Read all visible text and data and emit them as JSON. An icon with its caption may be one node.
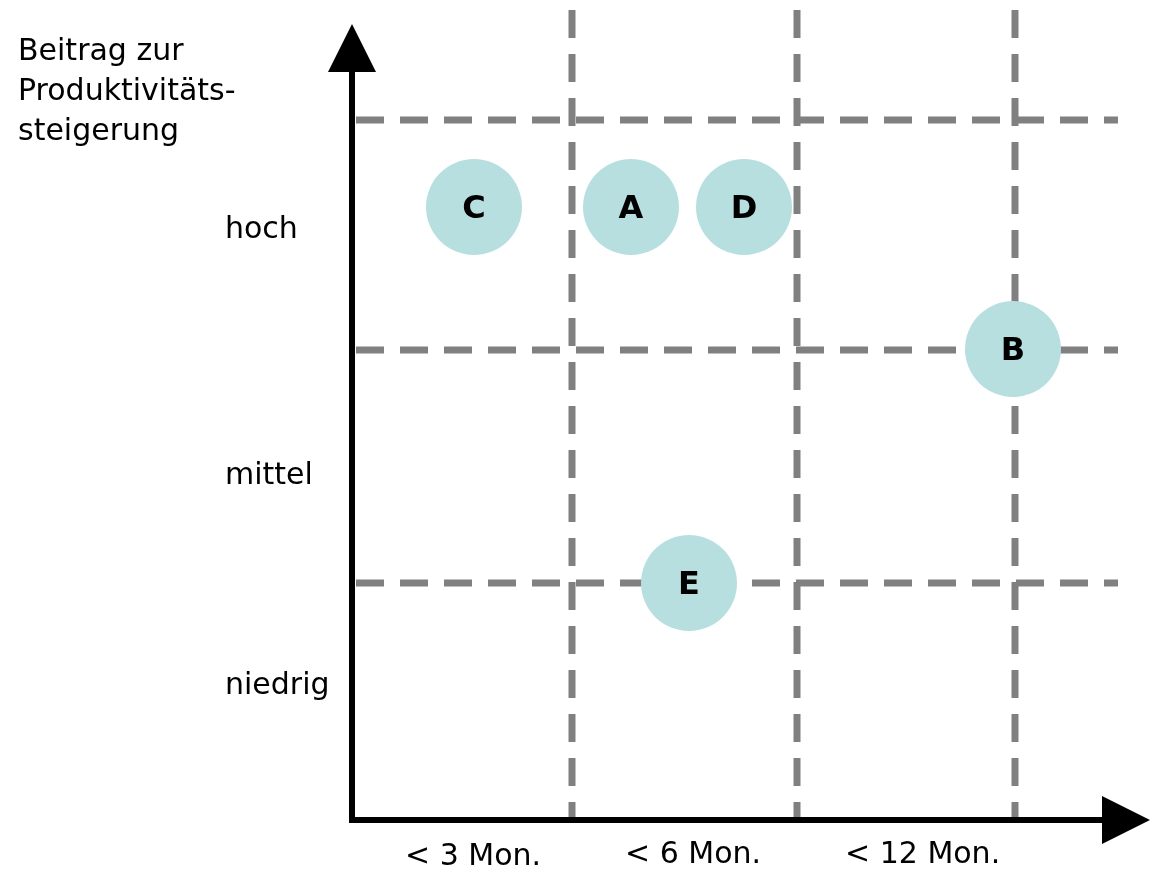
{
  "diagram": {
    "nodes": [
      {
        "text": [
          "C"
        ]
      },
      {
        "text": [
          "A"
        ]
      },
      {
        "text": [
          "D"
        ]
      },
      {
        "text": [
          "B"
        ]
      },
      {
        "text": [
          "E"
        ]
      }
    ],
    "edges": [],
    "labels": [
      "Beitrag zur Produktivitäts- steigerung",
      "hoch",
      "mittel",
      "niedrig",
      "< 3 Mon.",
      "< 6 Mon.",
      "< 12 Mon."
    ]
  }
}
